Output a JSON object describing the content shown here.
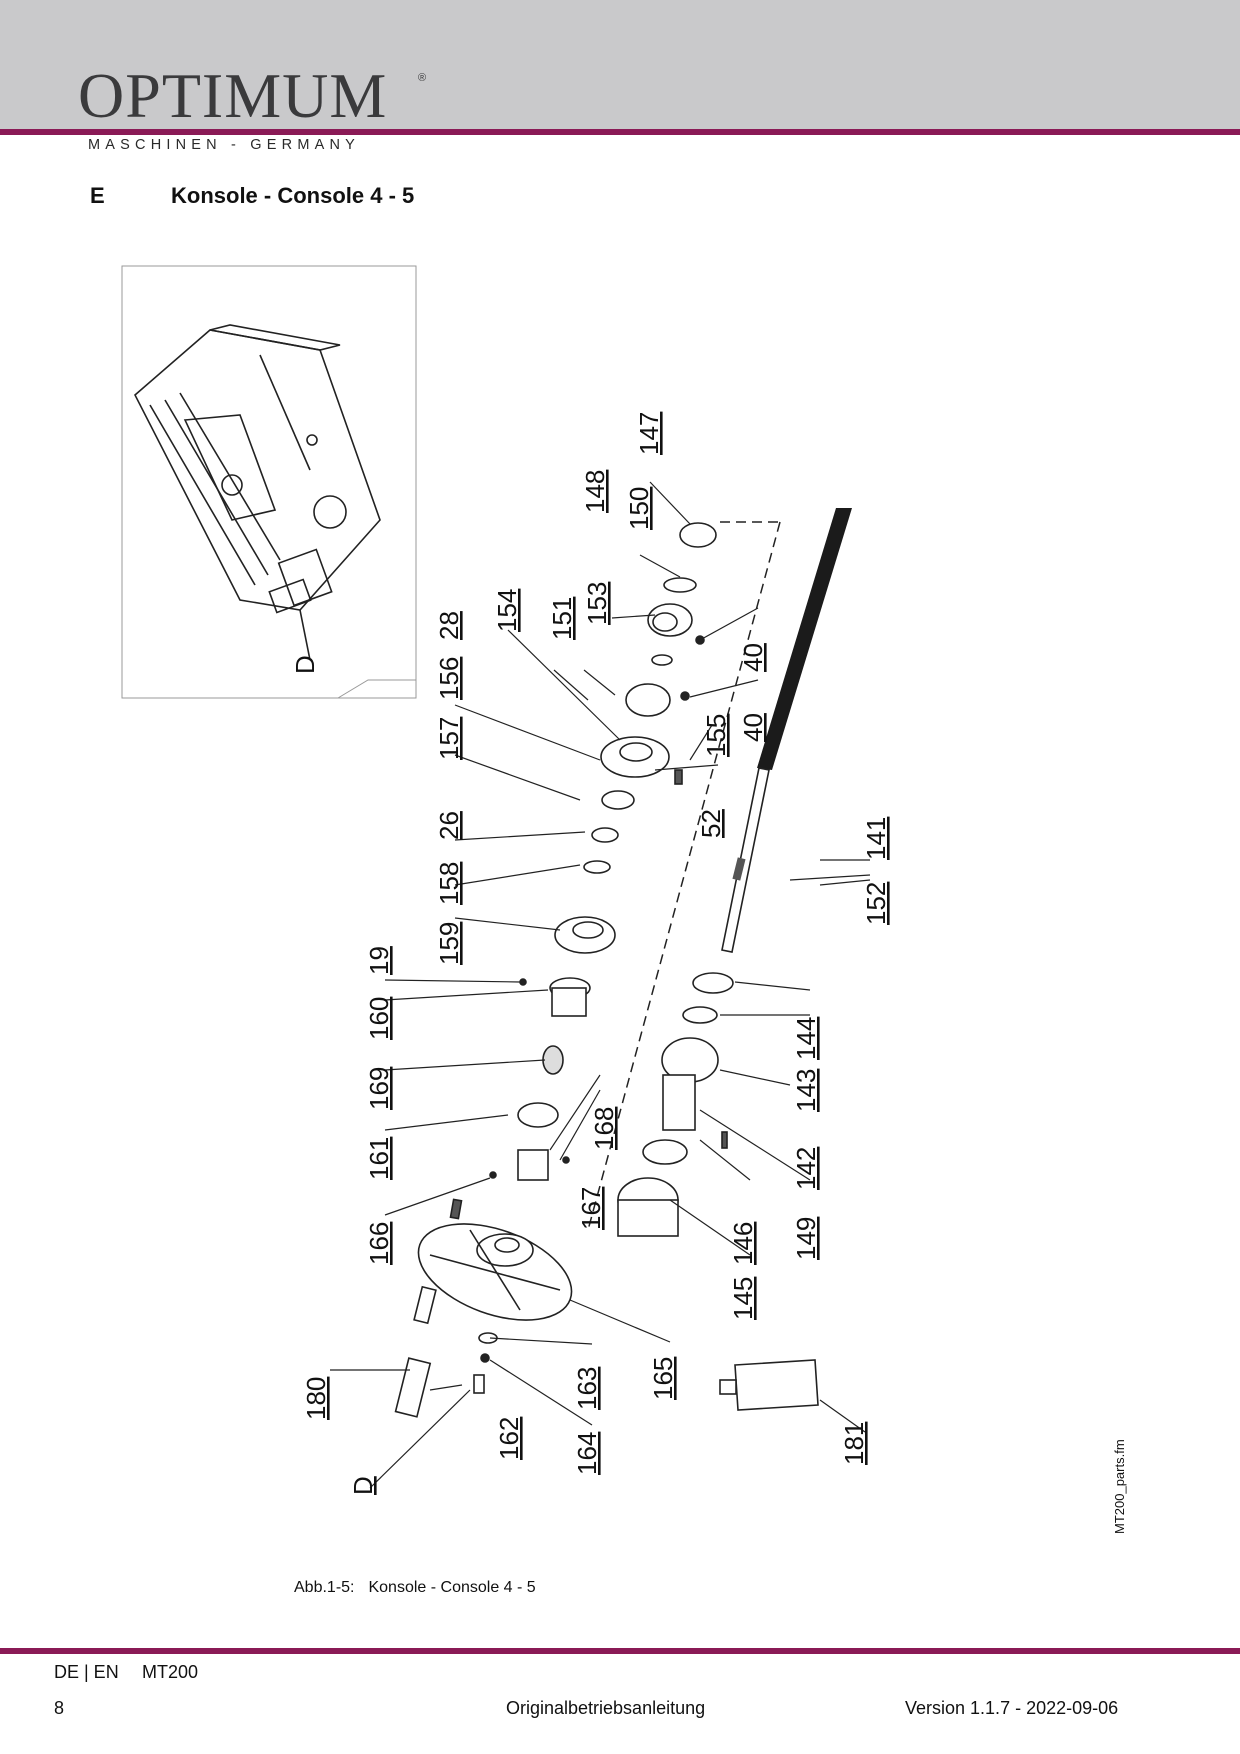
{
  "header": {
    "brand": "OPTIMUM",
    "registered_mark": "®",
    "tagline": "MASCHINEN - GERMANY"
  },
  "section": {
    "letter": "E",
    "title": "Konsole - Console 4 - 5"
  },
  "diagram": {
    "detail_label": "D",
    "part_numbers": [
      "147",
      "148",
      "150",
      "153",
      "151",
      "154",
      "28",
      "156",
      "157",
      "26",
      "158",
      "159",
      "19",
      "160",
      "169",
      "161",
      "166",
      "168",
      "167",
      "40",
      "40",
      "155",
      "52",
      "141",
      "152",
      "144",
      "143",
      "142",
      "149",
      "146",
      "145",
      "165",
      "163",
      "164",
      "162",
      "180",
      "181",
      "D"
    ]
  },
  "caption": {
    "figure": "Abb.1-5:",
    "title": "Konsole - Console 4 - 5"
  },
  "side_label": "MT200_parts.fm",
  "footer": {
    "languages": "DE | EN",
    "model": "MT200",
    "page": "8",
    "document": "Originalbetriebsanleitung",
    "version": "Version 1.1.7 - 2022-09-06"
  },
  "colors": {
    "header_band": "#c9c9cb",
    "accent_rule": "#8a1a56"
  }
}
